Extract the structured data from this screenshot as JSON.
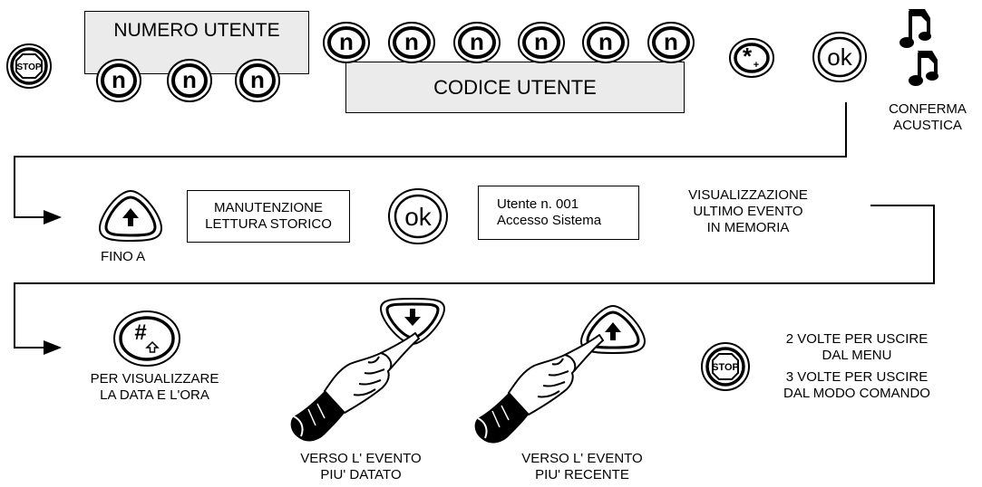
{
  "keys": {
    "stop": "STOP",
    "n": "n",
    "star": "*",
    "plus": "+",
    "ok": "ok",
    "hash": "#"
  },
  "labels": {
    "numero_utente": "NUMERO UTENTE",
    "codice_utente": "CODICE UTENTE",
    "conferma_line1": "CONFERMA",
    "conferma_line2": "ACUSTICA",
    "fino_a": "FINO A",
    "manutenzione_line1": "MANUTENZIONE",
    "manutenzione_line2": "LETTURA STORICO",
    "display_line1": "Utente n. 001",
    "display_line2": "Accesso  Sistema",
    "visual_line1": "VISUALIZZAZIONE",
    "visual_line2": "ULTIMO EVENTO",
    "visual_line3": "IN MEMORIA",
    "per_vis_line1": "PER VISUALIZZARE",
    "per_vis_line2": "LA  DATA E L'ORA",
    "verso_line1": "VERSO L' EVENTO",
    "datato_line2": "PIU' DATATO",
    "recente_line2": "PIU' RECENTE",
    "stop2_line1": "2 VOLTE PER USCIRE",
    "stop2_line2": "DAL MENU",
    "stop3_line1": "3 VOLTE PER USCIRE",
    "stop3_line2": "DAL MODO COMANDO"
  },
  "icons": {
    "music": "music-note-icon",
    "arrow_up": "arrow-up-icon",
    "arrow_down": "arrow-down-icon",
    "hand": "pointing-hand-icon",
    "flow_arrow": "flow-arrow-icon"
  }
}
